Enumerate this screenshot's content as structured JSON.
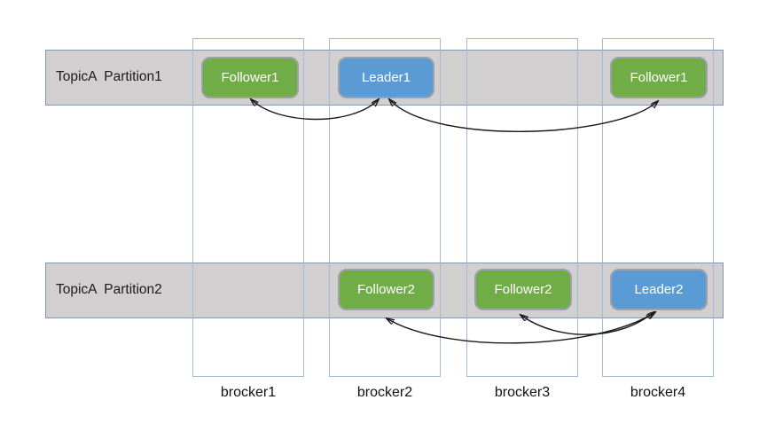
{
  "partitions": [
    {
      "label": "TopicA  Partition1"
    },
    {
      "label": "TopicA  Partition2"
    }
  ],
  "brokers": [
    {
      "label": "brocker1"
    },
    {
      "label": "brocker2"
    },
    {
      "label": "brocker3"
    },
    {
      "label": "brocker4"
    }
  ],
  "replicas": [
    {
      "label": "Follower1",
      "role": "follower",
      "partition": "Partition1",
      "broker": "brocker1"
    },
    {
      "label": "Leader1",
      "role": "leader",
      "partition": "Partition1",
      "broker": "brocker2"
    },
    {
      "label": "Follower1",
      "role": "follower",
      "partition": "Partition1",
      "broker": "brocker4"
    },
    {
      "label": "Follower2",
      "role": "follower",
      "partition": "Partition2",
      "broker": "brocker2"
    },
    {
      "label": "Follower2",
      "role": "follower",
      "partition": "Partition2",
      "broker": "brocker3"
    },
    {
      "label": "Leader2",
      "role": "leader",
      "partition": "Partition2",
      "broker": "brocker4"
    }
  ],
  "arrows": [
    {
      "between": [
        "Follower1@brocker1",
        "Leader1@brocker2"
      ],
      "bidirectional": true
    },
    {
      "between": [
        "Leader1@brocker2",
        "Follower1@brocker4"
      ],
      "bidirectional": true
    },
    {
      "between": [
        "Follower2@brocker2",
        "Leader2@brocker4"
      ],
      "bidirectional": true
    },
    {
      "between": [
        "Follower2@brocker3",
        "Leader2@brocker4"
      ],
      "bidirectional": true
    }
  ],
  "colors": {
    "follower_fill": "#70AD47",
    "leader_fill": "#5B9BD5",
    "box_border": "#9AA2AC",
    "band_fill": "#D1CFCF",
    "band_border": "#7E99B8",
    "broker_border": "#A3BCD6",
    "arrow": "#1A1A1A"
  }
}
